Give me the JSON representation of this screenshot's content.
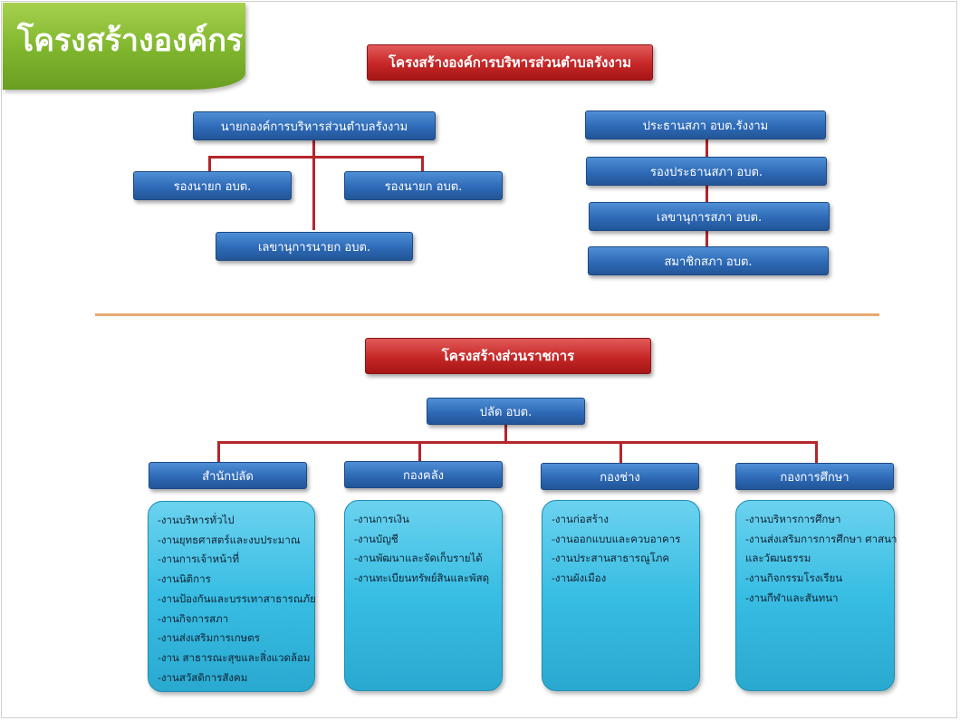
{
  "slide_title": "โครงสร้างองค์กร",
  "top_header": "โครงสร้างองค์การบริหารส่วนตำบลรังงาม",
  "executive": {
    "head": "นายกองค์การบริหารส่วนตำบลรังงาม",
    "deputy_left": "รองนายก อบต.",
    "deputy_right": "รองนายก อบต.",
    "secretary": "เลขานุการนายก อบต."
  },
  "council": {
    "chair": "ประธานสภา อบต.รังงาม",
    "vice_chair": "รองประธานสภา อบต.",
    "secretary": "เลขานุการสภา อบต.",
    "members": "สมาชิกสภา อบต."
  },
  "bureau_header": "โครงสร้างส่วนราชการ",
  "bureau": {
    "head": "ปลัด อบต.",
    "divisions": [
      {
        "name": "สำนักปลัด",
        "tasks": [
          "-งานบริหารทั่วไป",
          "-งานยุทธศาสตร์และงบประมาณ",
          "-งานการเจ้าหน้าที่",
          "-งานนิติการ",
          "-งานป้องกันและบรรเทาสาธารณภัย",
          "-งานกิจการสภา",
          "-งานส่งเสริมการเกษตร",
          "-งาน สาธารณะสุขและสิ่งแวดล้อม",
          "-งานสวัสดิการสังคม"
        ]
      },
      {
        "name": "กองคลัง",
        "tasks": [
          "-งานการเงิน",
          "-งานบัญชี",
          "-งานพัฒนาและจัดเก็บรายได้",
          "-งานทะเบียนทรัพย์สินและพัสดุ"
        ]
      },
      {
        "name": "กองช่าง",
        "tasks": [
          "-งานก่อสร้าง",
          "-งานออกแบบและควบอาคาร",
          "-งานประสานสาธารณูโภค",
          "-งานผังเมือง"
        ]
      },
      {
        "name": "กองการศึกษา",
        "tasks": [
          "-งานบริหารการศึกษา",
          "-งานส่งเสริมการการศึกษา ศาสนา",
          "และวัฒนธรรม",
          "-งานกิจกรรมโรงเรียน",
          "-งานกีฬาและสันทนา"
        ]
      }
    ]
  }
}
